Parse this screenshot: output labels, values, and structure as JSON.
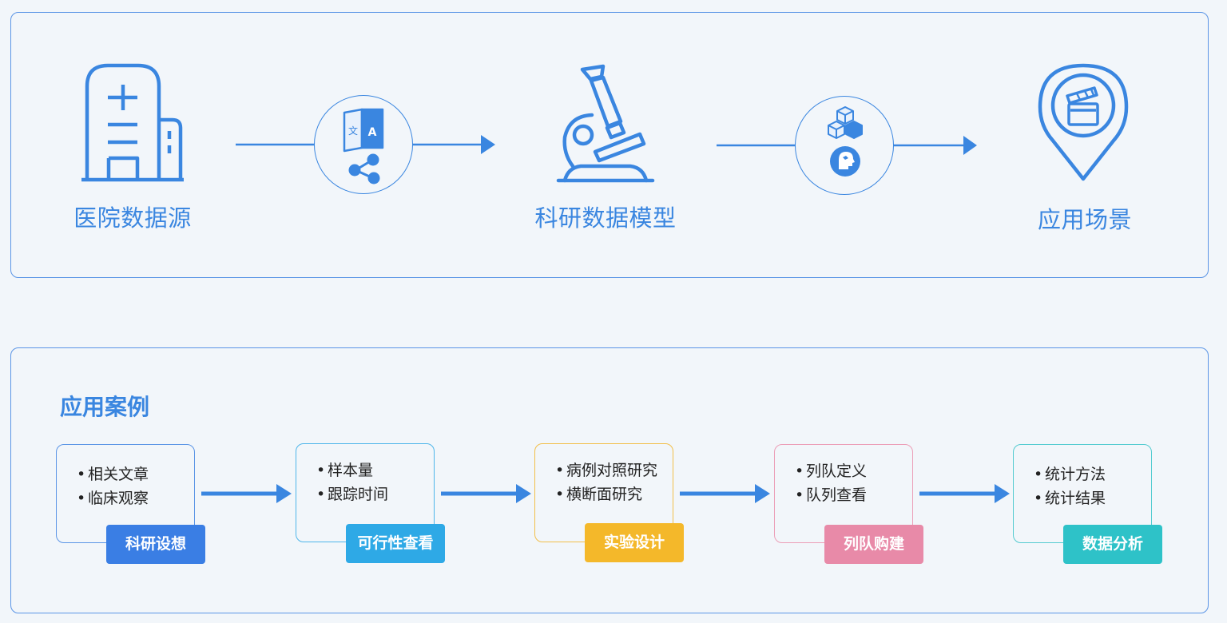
{
  "flow": {
    "source_label": "医院数据源",
    "model_label": "科研数据模型",
    "scene_label": "应用场景",
    "translate_icon_letters": {
      "left": "文",
      "right": "A"
    }
  },
  "cases": {
    "title": "应用案例",
    "steps": [
      {
        "tag": "科研设想",
        "items": [
          "相关文章",
          "临床观察"
        ],
        "color": "#3a7ee4",
        "border": "#5b95e6"
      },
      {
        "tag": "可行性查看",
        "items": [
          "样本量",
          "跟踪时间"
        ],
        "color": "#2ea9e6",
        "border": "#4fb6ea"
      },
      {
        "tag": "实验设计",
        "items": [
          "病例对照研究",
          "横断面研究"
        ],
        "color": "#f4b82a",
        "border": "#f2bf4a"
      },
      {
        "tag": "列队购建",
        "items": [
          "列队定义",
          "队列查看"
        ],
        "color": "#e88aa8",
        "border": "#ec9eb7"
      },
      {
        "tag": "数据分析",
        "items": [
          "统计方法",
          "统计结果"
        ],
        "color": "#2ec2c8",
        "border": "#54cbd0"
      }
    ]
  },
  "colors": {
    "accent": "#3a86e0",
    "panel_border": "#5b95e6",
    "background": "#f2f6fa"
  }
}
